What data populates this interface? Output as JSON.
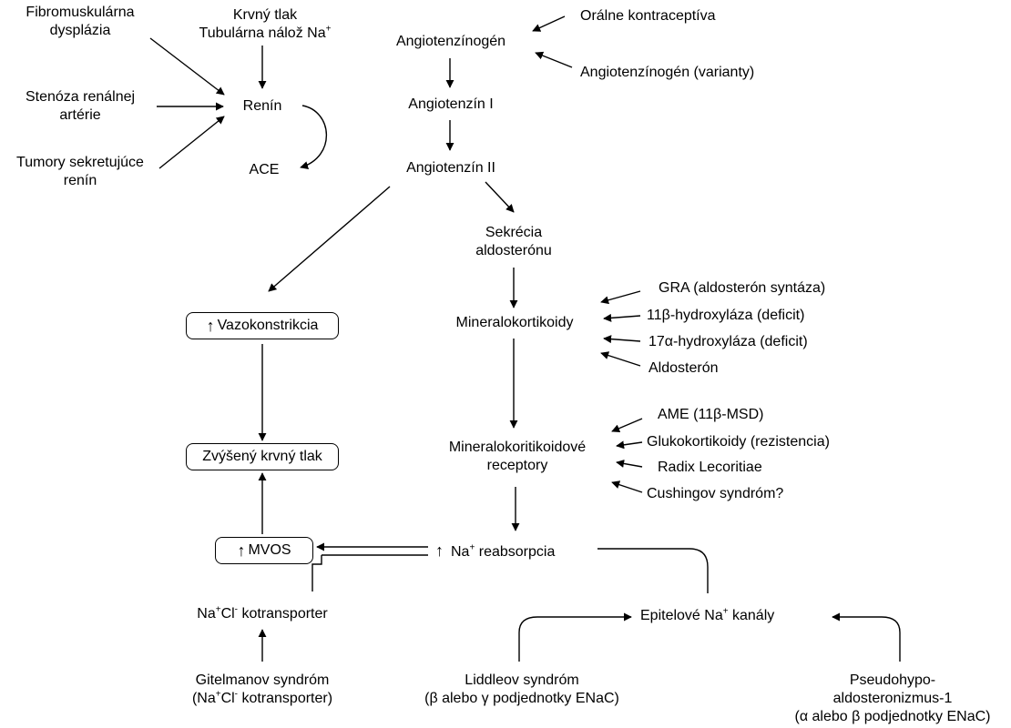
{
  "factors_renin": {
    "fibro_1": "Fibromuskulárna",
    "fibro_2": "dysplázia",
    "stenosis_1": "Stenóza renálnej",
    "stenosis_2": "artérie",
    "tumors_1": "Tumory sekretujúce",
    "tumors_2": "renín",
    "bp_1": "Krvný tlak",
    "bp_2a": "Tubulárna nálož Na",
    "bp_2sup": "+"
  },
  "raas": {
    "renin": "Renín",
    "ace": "ACE",
    "angiotensinogen": "Angiotenzínogén",
    "ang1": "Angiotenzín I",
    "ang2": "Angiotenzín II",
    "aldo_1": "Sekrécia",
    "aldo_2": "aldosterónu",
    "mineralo": "Mineralokortikoidy",
    "receptors_1": "Mineralokoritikoidové",
    "receptors_2": "receptory",
    "na_reabs_a": "Na",
    "na_reabs_sup": "+",
    "na_reabs_b": " reabsorpcia",
    "enac_a": "Epitelové Na",
    "enac_sup": "+",
    "enac_b": " kanály",
    "ncc_a": "Na",
    "ncc_sup1": "+",
    "ncc_b": "Cl",
    "ncc_sup2": "-",
    "ncc_c": " kotransporter"
  },
  "angiotensinogen_factors": {
    "oral": "Orálne kontraceptíva",
    "variants": "Angiotenzínogén (varianty)"
  },
  "mineralo_factors": {
    "gra": "GRA (aldosterón syntáza)",
    "h11": "11β-hydroxyláza (deficit)",
    "h17": "17α-hydroxyláza (deficit)",
    "aldosteron": "Aldosterón"
  },
  "receptor_factors": {
    "ame": "AME (11β-MSD)",
    "gluco": "Glukokortikoidy (rezistencia)",
    "radix": "Radix Lecoritiae",
    "cushing": "Cushingov syndróm?"
  },
  "outcomes": {
    "vaso": "Vazokonstrikcia",
    "bp": "Zvýšený krvný tlak",
    "mvos": "MVOS",
    "up_arrow": "↑"
  },
  "syndromes": {
    "gitelman_1": "Gitelmanov syndróm",
    "gitelman_2a": "(Na",
    "gitelman_sup1": "+",
    "gitelman_2b": "Cl",
    "gitelman_sup2": "-",
    "gitelman_2c": " kotransporter)",
    "liddle_1": "Liddleov syndróm",
    "liddle_2": "(β alebo γ podjednotky ENaC)",
    "pha_1": "Pseudohypo-",
    "pha_2": "aldosteronizmus-1",
    "pha_3": "(α alebo β podjednotky ENaC)"
  }
}
